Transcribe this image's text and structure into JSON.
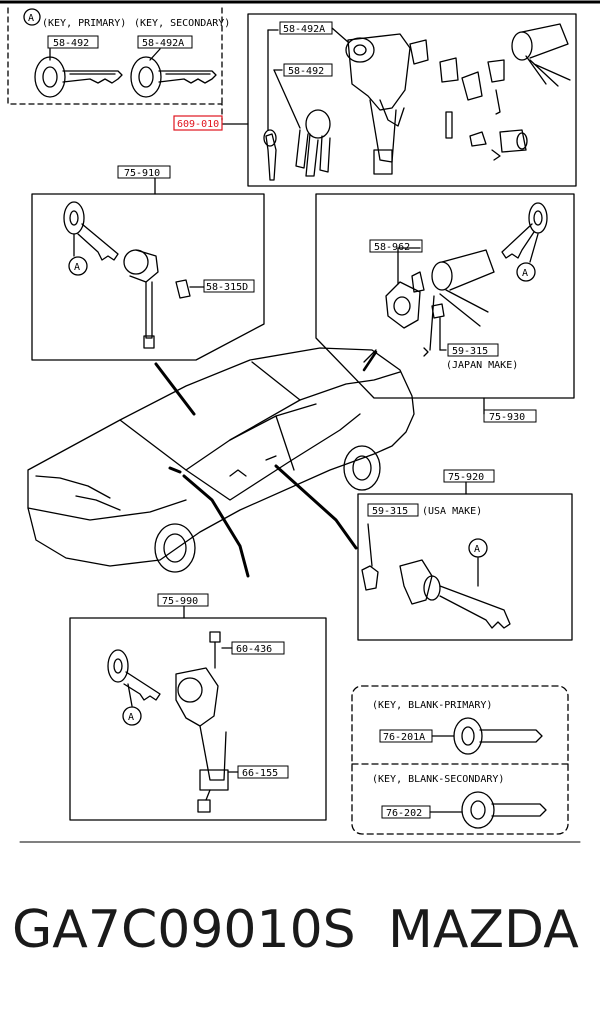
{
  "callouts": {
    "key_primary_caption": "(KEY, PRIMARY)",
    "key_secondary_caption": "(KEY, SECONDARY)",
    "key_a_marker": "A",
    "lbl_58_492_left": "58-492",
    "lbl_58_492A_left": "58-492A",
    "lbl_58_492A_top": "58-492A",
    "lbl_58_492_top": "58-492",
    "lbl_609_010": "609-010",
    "lbl_75_910": "75-910",
    "lbl_58_315D": "58-315D",
    "lbl_58_962": "58-962",
    "lbl_59_315_japan": "59-315",
    "japan_make": "(JAPAN MAKE)",
    "lbl_75_930": "75-930",
    "lbl_75_920": "75-920",
    "lbl_59_315_usa": "59-315",
    "usa_make": "(USA MAKE)",
    "lbl_75_990": "75-990",
    "lbl_60_436": "60-436",
    "lbl_66_155": "66-155",
    "blank_primary_caption": "(KEY, BLANK-PRIMARY)",
    "lbl_76_201A": "76-201A",
    "blank_secondary_caption": "(KEY, BLANK-SECONDARY)",
    "lbl_76_202": "76-202"
  },
  "footer": {
    "part_number": "GA7C09010S",
    "brand": "MAZDA"
  },
  "colors": {
    "highlight": "#e0141e",
    "ink": "#000000"
  }
}
